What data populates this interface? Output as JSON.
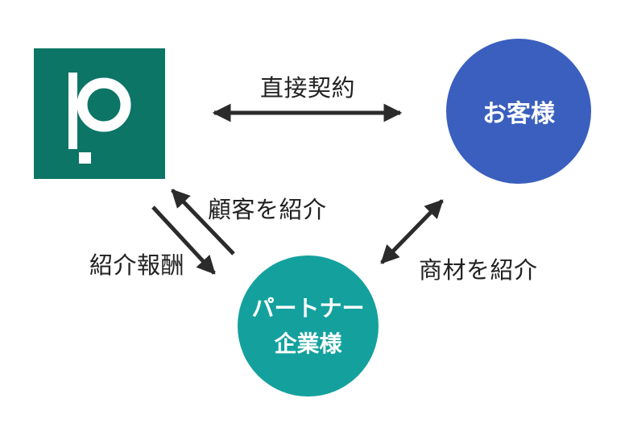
{
  "diagram": {
    "background": "#ffffff",
    "arrow_color": "#2b2b2b",
    "label_color": "#222222",
    "vendor": {
      "letter": "p",
      "color": "#0d7565"
    },
    "customer": {
      "label": "お客様",
      "color": "#3a5fbe",
      "text_color": "#ffffff"
    },
    "partner": {
      "label_line1": "パートナー",
      "label_line2": "企業様",
      "color": "#14a19e",
      "text_color": "#ffffff"
    },
    "edges": {
      "direct_contract": "直接契約",
      "refer_customers": "顧客を紹介",
      "referral_reward": "紹介報酬",
      "refer_products": "商材を紹介"
    }
  }
}
